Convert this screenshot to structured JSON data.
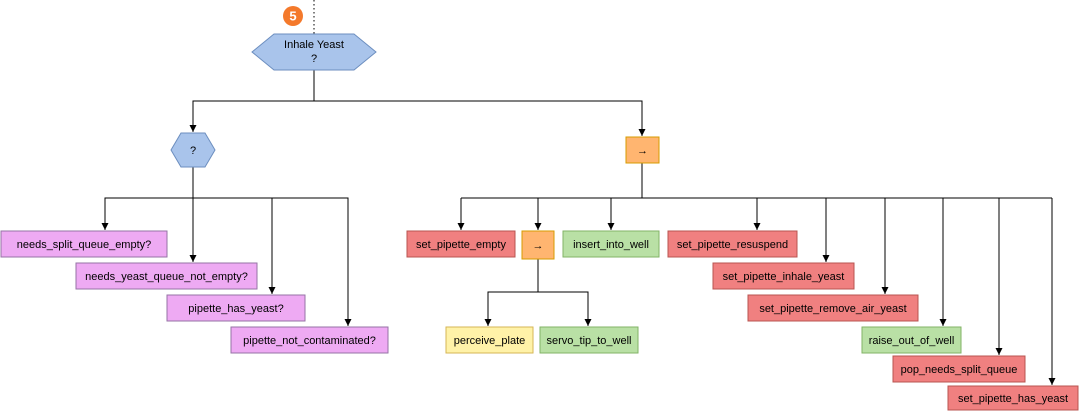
{
  "badge": {
    "text": "5",
    "color": "#f4792b"
  },
  "colors": {
    "selector": "#a9c4eb",
    "selector_stroke": "#6c8ebf",
    "sequence": "#ffb570",
    "sequence_stroke": "#d79b00",
    "condition": "#eeaaf3",
    "condition_stroke": "#9673a6",
    "action_red": "#f08080",
    "action_red_stroke": "#b85450",
    "action_green": "#b9e0a5",
    "action_green_stroke": "#82b366",
    "action_yellow": "#fff2a8",
    "action_yellow_stroke": "#d6b656"
  },
  "nodes": {
    "root": {
      "line1": "Inhale Yeast",
      "line2": "?"
    },
    "left_selector": {
      "label": "?"
    },
    "right_sequence": {
      "label": "→"
    },
    "inner_sequence": {
      "label": "→"
    },
    "needs_split_queue_empty": {
      "label": "needs_split_queue_empty?"
    },
    "needs_yeast_queue_not_empty": {
      "label": "needs_yeast_queue_not_empty?"
    },
    "pipette_has_yeast": {
      "label": "pipette_has_yeast?"
    },
    "pipette_not_contaminated": {
      "label": "pipette_not_contaminated?"
    },
    "set_pipette_empty": {
      "label": "set_pipette_empty"
    },
    "insert_into_well": {
      "label": "insert_into_well"
    },
    "set_pipette_resuspend": {
      "label": "set_pipette_resuspend"
    },
    "set_pipette_inhale_yeast": {
      "label": "set_pipette_inhale_yeast"
    },
    "set_pipette_remove_air_yeast": {
      "label": "set_pipette_remove_air_yeast"
    },
    "raise_out_of_well": {
      "label": "raise_out_of_well"
    },
    "pop_needs_split_queue": {
      "label": "pop_needs_split_queue"
    },
    "set_pipette_has_yeast": {
      "label": "set_pipette_has_yeast"
    },
    "perceive_plate": {
      "label": "perceive_plate"
    },
    "servo_tip_to_well": {
      "label": "servo_tip_to_well"
    }
  }
}
